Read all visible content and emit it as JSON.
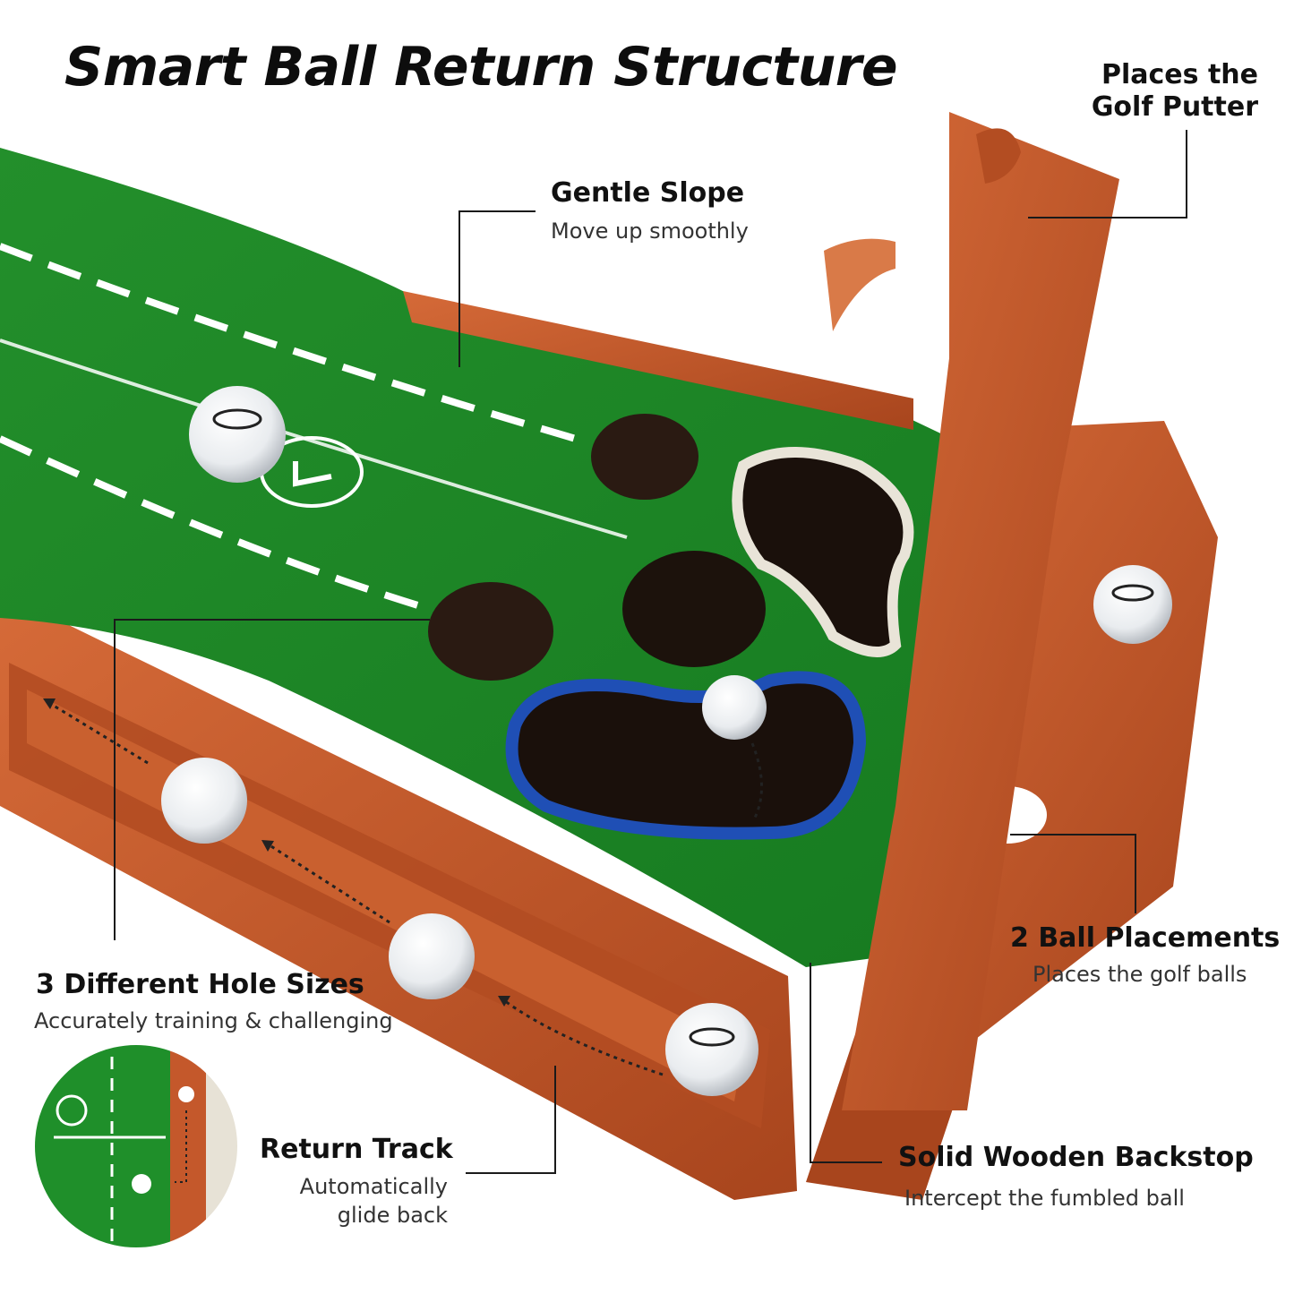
{
  "title": "Smart Ball Return Structure",
  "callouts": {
    "putter": {
      "heading_line1": "Places the",
      "heading_line2": "Golf Putter"
    },
    "slope": {
      "heading": "Gentle Slope",
      "subtitle": "Move up smoothly"
    },
    "holes": {
      "heading": "3 Different Hole Sizes",
      "subtitle": "Accurately training & challenging"
    },
    "placements": {
      "heading": "2 Ball Placements",
      "subtitle": "Places the golf balls"
    },
    "track": {
      "heading": "Return Track",
      "subtitle_line1": "Automatically",
      "subtitle_line2": "glide back"
    },
    "backstop": {
      "heading": "Solid Wooden Backstop",
      "subtitle": "Intercept the fumbled ball"
    }
  },
  "colors": {
    "wood": "#c4582b",
    "wood_dark": "#9e3f1a",
    "turf": "#1f8f2a",
    "turf_dark": "#16701f",
    "line": "#1a1a1a"
  }
}
